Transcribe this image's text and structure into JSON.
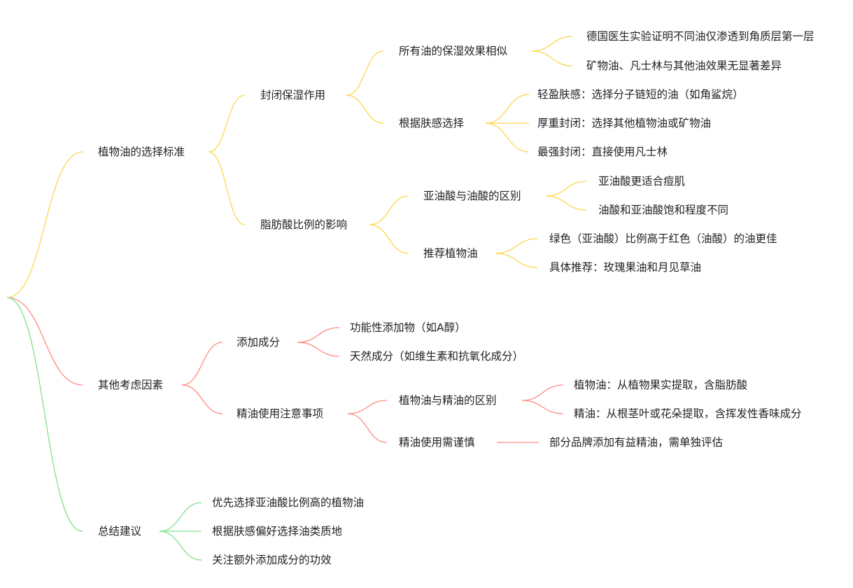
{
  "colors": {
    "branch_1": "#FFD54F",
    "branch_2": "#FF8A80",
    "branch_3": "#81E08C"
  },
  "nodes": {
    "A": "植物油的选择标准",
    "A1": "封闭保湿作用",
    "A1a": "所有油的保湿效果相似",
    "A1a1": "德国医生实验证明不同油仅渗透到角质层第一层",
    "A1a2": "矿物油、凡士林与其他油效果无显著差异",
    "A1b": "根据肤感选择",
    "A1b1": "轻盈肤感：选择分子链短的油（如角鲨烷）",
    "A1b2": "厚重封闭：选择其他植物油或矿物油",
    "A1b3": "最强封闭：直接使用凡士林",
    "A2": "脂肪酸比例的影响",
    "A2a": "亚油酸与油酸的区别",
    "A2a1": "亚油酸更适合痘肌",
    "A2a2": "油酸和亚油酸饱和程度不同",
    "A2b": "推荐植物油",
    "A2b1": "绿色（亚油酸）比例高于红色（油酸）的油更佳",
    "A2b2": "具体推荐：玫瑰果油和月见草油",
    "B": "其他考虑因素",
    "B1": "添加成分",
    "B1a": "功能性添加物（如A醇）",
    "B1b": "天然成分（如维生素和抗氧化成分）",
    "B2": "精油使用注意事项",
    "B2a": "植物油与精油的区别",
    "B2a1": "植物油：从植物果实提取，含脂肪酸",
    "B2a2": "精油：从根茎叶或花朵提取，含挥发性香味成分",
    "B2b": "精油使用需谨慎",
    "B2b1": "部分品牌添加有益精油，需单独评估",
    "C": "总结建议",
    "C1": "优先选择亚油酸比例高的植物油",
    "C2": "根据肤感偏好选择油类质地",
    "C3": "关注额外添加成分的功效"
  }
}
